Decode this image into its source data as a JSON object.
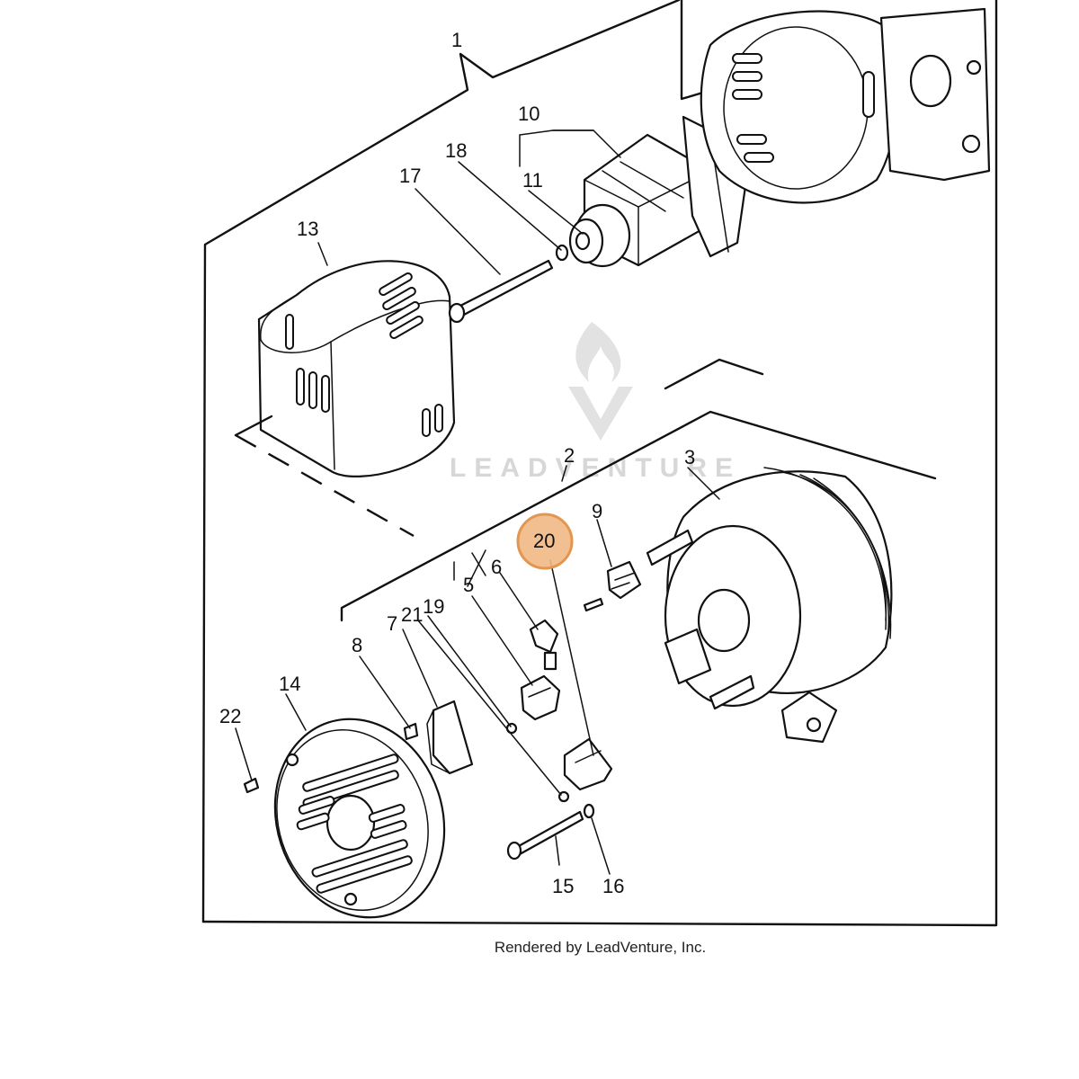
{
  "watermark": {
    "text": "LEADVENTURE"
  },
  "highlight": {
    "part": "20",
    "color": "#f0b884",
    "stroke": "#e3964f"
  },
  "footer": {
    "text": "Rendered by LeadVenture, Inc."
  },
  "callouts": {
    "c1": "1",
    "c2": "2",
    "c3": "3",
    "c5": "5",
    "c6": "6",
    "c7": "7",
    "c8": "8",
    "c9": "9",
    "c10": "10",
    "c11": "11",
    "c13": "13",
    "c14": "14",
    "c15": "15",
    "c16": "16",
    "c17": "17",
    "c18": "18",
    "c19": "19",
    "c20": "20",
    "c21": "21",
    "c22": "22"
  }
}
